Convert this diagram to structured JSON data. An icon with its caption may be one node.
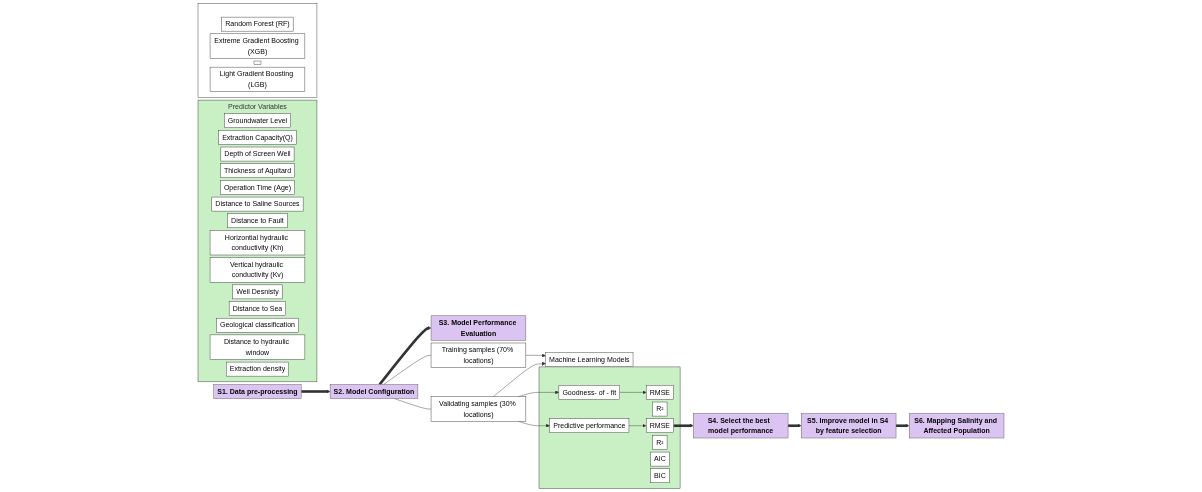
{
  "diagram": {
    "nodes": [
      {
        "text": [
          "S1. Data pre-processing"
        ]
      },
      {
        "text": [
          "S2. Model Configuration"
        ]
      },
      {
        "text": [
          "S3. Model Performance Evaluation"
        ]
      },
      {
        "text": [
          "Predictor Variables"
        ]
      },
      {
        "text": [
          "Groundwater Level"
        ],
        "in": 3
      },
      {
        "text": [
          "Extraction Capacity(Q)"
        ],
        "in": 3
      },
      {
        "text": [
          "Depth of Screen Well"
        ],
        "in": 3
      },
      {
        "text": [
          "Thickness of Aquitard"
        ],
        "in": 3
      },
      {
        "text": [
          "Operation Time (Age)"
        ],
        "in": 3
      },
      {
        "text": [
          "Distance to Saline Sources"
        ],
        "in": 3
      },
      {
        "text": [
          "Distance to Fault"
        ],
        "in": 3
      },
      {
        "text": [
          "Horizontial hydraulic conductivity (Kh)"
        ],
        "in": 3
      },
      {
        "text": [
          "Vertical hydraulic conductivity (Kv)"
        ],
        "in": 3
      },
      {
        "text": [
          "Well Desnisty"
        ],
        "in": 3
      },
      {
        "text": [
          "Distance to Sea"
        ],
        "in": 3
      },
      {
        "text": [
          "Geological classification"
        ],
        "in": 3
      },
      {
        "text": [
          "Distance to hydraulic window"
        ],
        "in": 3
      },
      {
        "text": [
          "Extraction density"
        ],
        "in": 3
      },
      {
        "text": [
          "Training samples (70% locations)"
        ]
      },
      {
        "text": [
          "Validating samples (30% locations)"
        ]
      },
      {
        "text": [
          "Machine Learning Models"
        ]
      },
      {
        "text": [],
        "shape": "box"
      },
      {
        "text": [
          "Random Forest (RF)"
        ],
        "in": 21
      },
      {
        "text": [
          "Extreme Gradient Boosting (XGB)"
        ],
        "in": 21
      },
      {
        "text": [],
        "shape": "box",
        "in": 21
      },
      {
        "text": [
          "Light Gradient Boosting (LGB)"
        ],
        "in": 21
      },
      {
        "text": [],
        "shape": "box"
      },
      {
        "text": [
          "Goodness- of - fit"
        ],
        "in": 26
      },
      {
        "text": [
          "RMSE"
        ],
        "in": 26
      },
      {
        "text": [
          "R²"
        ],
        "in": 26
      },
      {
        "text": [
          "Predictive performance"
        ],
        "in": 26
      },
      {
        "text": [
          "RMSE"
        ],
        "in": 26
      },
      {
        "text": [
          "R²"
        ],
        "in": 26
      },
      {
        "text": [
          "AIC"
        ],
        "in": 26
      },
      {
        "text": [
          "BIC"
        ],
        "in": 26
      },
      {
        "text": [
          "S4. Select the best  model performance"
        ]
      },
      {
        "text": [
          "S5. Improve model in S4 by feature selection"
        ]
      },
      {
        "text": [
          "S6. Mapping Salinity and Affected Population"
        ]
      }
    ],
    "edges": [
      {
        "from": 0,
        "to": 1,
        "arrow": "to",
        "style": "thick"
      },
      {
        "from": 1,
        "to": 2,
        "arrow": "to",
        "style": "thick"
      },
      {
        "from": 1,
        "to": 18,
        "arrow": "none"
      },
      {
        "from": 1,
        "to": 19,
        "arrow": "none"
      },
      {
        "from": 18,
        "to": 20,
        "arrow": "to"
      },
      {
        "from": 19,
        "to": 20,
        "arrow": "to"
      },
      {
        "from": 19,
        "to": 27,
        "arrow": "to"
      },
      {
        "from": 19,
        "to": 30,
        "arrow": "to"
      },
      {
        "from": 27,
        "to": 28,
        "arrow": "to"
      },
      {
        "from": 30,
        "to": 31,
        "arrow": "to"
      },
      {
        "from": 31,
        "to": 35,
        "arrow": "to",
        "style": "thick"
      },
      {
        "from": 35,
        "to": 36,
        "arrow": "to",
        "style": "thick"
      },
      {
        "from": 36,
        "to": 37,
        "arrow": "to",
        "style": "thick"
      }
    ]
  }
}
